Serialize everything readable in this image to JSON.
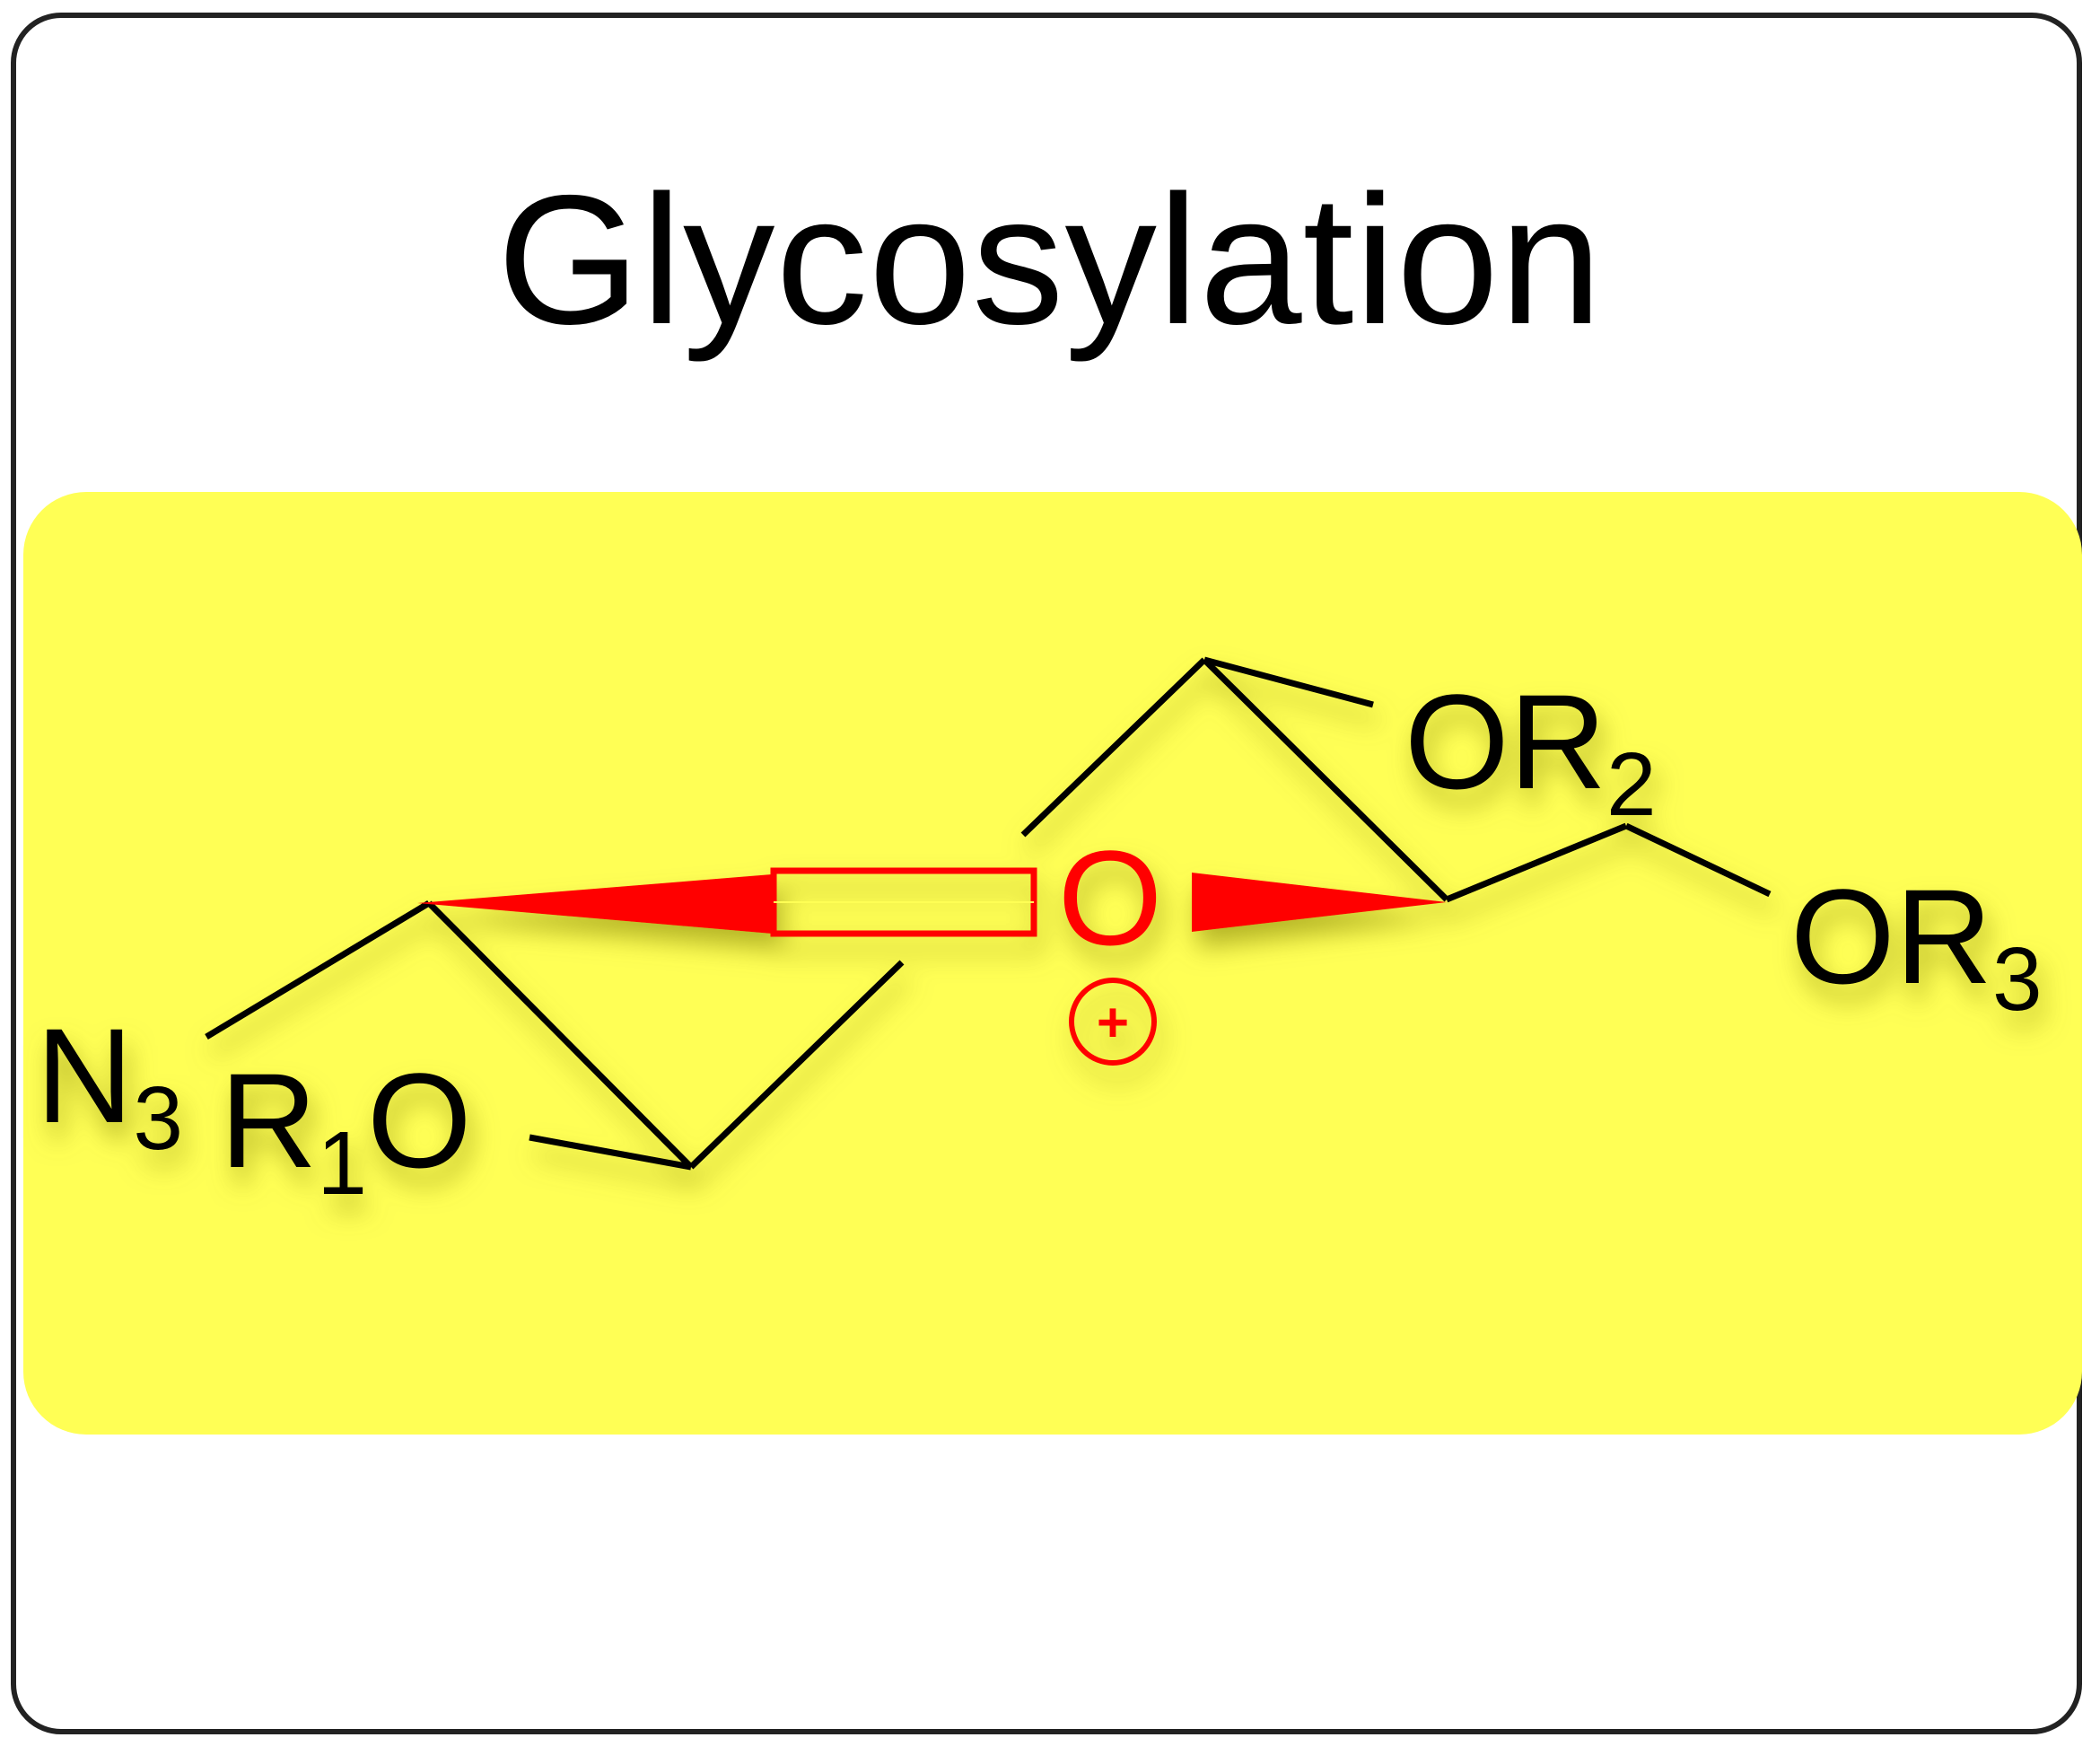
{
  "title": "Glycosylation",
  "colors": {
    "panel": "#ffff55",
    "bond": "#000000",
    "highlight": "#ff0000",
    "frame": "#222222"
  },
  "labels": {
    "n3": {
      "main": "N",
      "sub": "3"
    },
    "r1o": {
      "main": "R",
      "sub": "1",
      "tail": "O"
    },
    "or2": {
      "main": "OR",
      "sub": "2"
    },
    "or3": {
      "main": "OR",
      "sub": "3"
    },
    "ring_oxygen": "O",
    "charge": "+"
  }
}
